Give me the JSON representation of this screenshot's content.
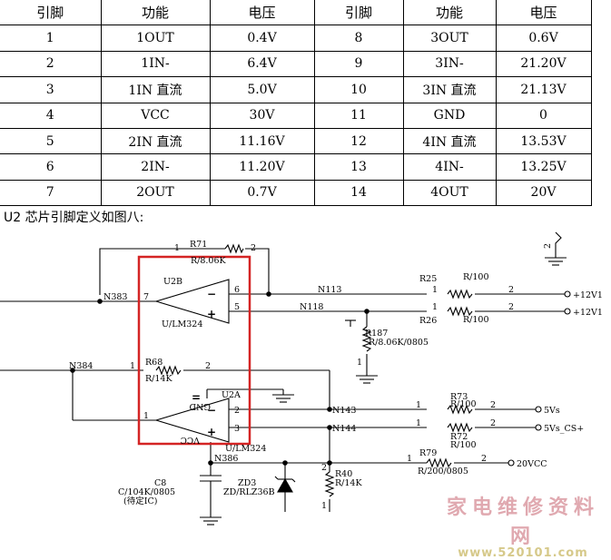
{
  "table": {
    "headers": [
      "引脚",
      "功能",
      "电压",
      "引脚",
      "功能",
      "电压"
    ],
    "rows": [
      [
        "1",
        "1OUT",
        "0.4V",
        "8",
        "3OUT",
        "0.6V"
      ],
      [
        "2",
        "1IN-",
        "6.4V",
        "9",
        "3IN-",
        "21.20V"
      ],
      [
        "3",
        "1IN 直流",
        "5.0V",
        "10",
        "3IN 直流",
        "21.13V"
      ],
      [
        "4",
        "VCC",
        "30V",
        "11",
        "GND",
        "0"
      ],
      [
        "5",
        "2IN 直流",
        "11.16V",
        "12",
        "4IN 直流",
        "13.53V"
      ],
      [
        "6",
        "2IN-",
        "11.20V",
        "13",
        "4IN-",
        "13.25V"
      ],
      [
        "7",
        "2OUT",
        "0.7V",
        "14",
        "4OUT",
        "20V"
      ]
    ]
  },
  "caption": "U2 芯片引脚定义如图八:",
  "schematic": {
    "labels": {
      "r71": "R71",
      "r71_val": "R/8.06K",
      "r71_p1": "1",
      "r71_p2": "2",
      "u2b": "U2B",
      "u2b_part": "U/LM324",
      "pin7": "7",
      "pin6": "6",
      "pin5": "5",
      "n383": "N383",
      "n113": "N113",
      "n118": "N118",
      "r25": "R25",
      "r25_val": "R/100",
      "r25_p1": "1",
      "r25_p2": "2",
      "out1": "+12V1",
      "r26": "R26",
      "r26_val": "R/100",
      "r26_p1": "1",
      "r26_p2": "2",
      "out2": "+12V1",
      "r187": "R187",
      "r187_val": "R/8.06K/0805",
      "r187_p1": "1",
      "n384": "N384",
      "r68": "R68",
      "r68_val": "R/14K",
      "r68_p1": "1",
      "r68_p2": "2",
      "u2a": "U2A",
      "gnd_text": "GND",
      "u2a_part": "U/LM324",
      "pin2": "2",
      "pin1": "1",
      "pin3": "3",
      "vcc_text": "VCC",
      "n143": "N143",
      "n144": "N144",
      "n386": "N386",
      "r73": "R73",
      "r73_val": "R/100",
      "r73_p1": "1",
      "r73_p2": "2",
      "out3": "5Vs",
      "r72": "R72",
      "r72_val": "R/100",
      "r72_p1": "1",
      "r72_p2": "2",
      "out4": "5Vs_CS+",
      "r79": "R79",
      "r79_val": "R/200/0805",
      "r79_p1": "1",
      "r79_p2": "2",
      "out5": "20VCC",
      "r40": "R40",
      "r40_val": "R/14K",
      "r40_p2": "2",
      "r40_p1": "1",
      "c8": "C8",
      "c8_val": "C/104K/0805",
      "c8_note": "(待定IC)",
      "zd3": "ZD3",
      "zd3_val": "ZD/RLZ36B",
      "corner_num": "2"
    },
    "highlight_color": "#d42424"
  },
  "watermark": {
    "line1": "家电维修资料网",
    "line2": "www.520101.com"
  }
}
